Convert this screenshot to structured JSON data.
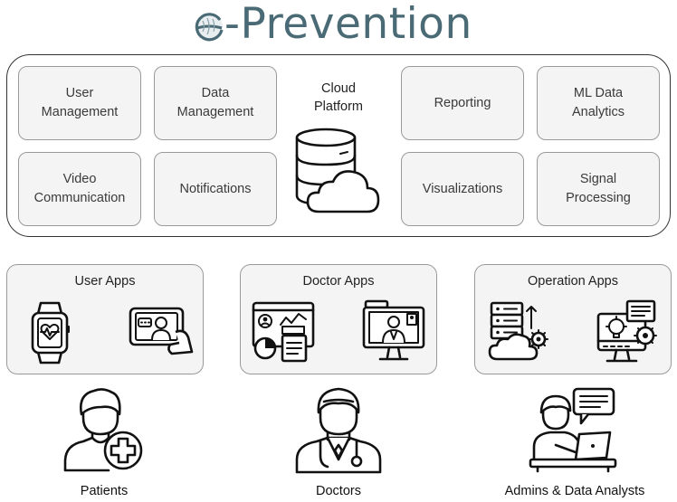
{
  "logo": {
    "text": "-Prevention",
    "mark": "e-prevention-logo-mark"
  },
  "platform": {
    "title": "Cloud\nPlatform",
    "icon": "database-cloud-icon",
    "left_tiles": [
      {
        "label": "User\nManagement"
      },
      {
        "label": "Data\nManagement"
      },
      {
        "label": "Video\nCommunication"
      },
      {
        "label": "Notifications"
      }
    ],
    "right_tiles": [
      {
        "label": "Reporting"
      },
      {
        "label": "ML Data\nAnalytics"
      },
      {
        "label": "Visualizations"
      },
      {
        "label": "Signal\nProcessing"
      }
    ]
  },
  "apps": [
    {
      "title": "User Apps",
      "icons": [
        "smartwatch-heart-icon",
        "tablet-video-call-icon"
      ]
    },
    {
      "title": "Doctor Apps",
      "icons": [
        "dashboard-report-icon",
        "monitor-video-doctor-icon"
      ]
    },
    {
      "title": "Operation Apps",
      "icons": [
        "server-cloud-gear-icon",
        "monitor-analytics-gear-icon"
      ]
    }
  ],
  "users": [
    {
      "label": "Patients",
      "icon": "patient-plus-icon"
    },
    {
      "label": "Doctors",
      "icon": "doctor-stethoscope-icon"
    },
    {
      "label": "Admins & Data Analysts",
      "icon": "analyst-laptop-icon"
    }
  ]
}
